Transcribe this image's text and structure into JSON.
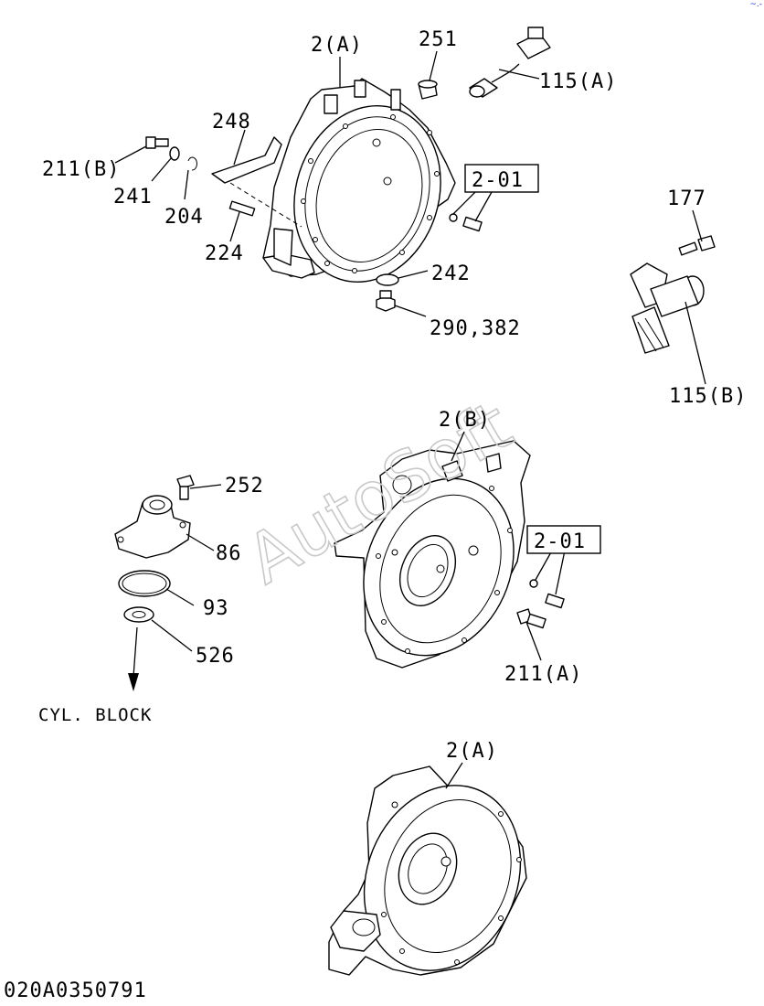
{
  "labels": {
    "housing_2a_top": "2(A)",
    "part_251": "251",
    "part_115a": "115(A)",
    "part_248": "248",
    "part_211b": "211(B)",
    "part_241": "241",
    "part_204": "204",
    "part_224": "224",
    "ref_2_01_top": "2-01",
    "part_242": "242",
    "part_290_382": "290,382",
    "part_177": "177",
    "part_115b": "115(B)",
    "housing_2b": "2(B)",
    "part_252": "252",
    "part_86": "86",
    "part_93": "93",
    "part_526": "526",
    "cyl_block": "CYL. BLOCK",
    "ref_2_01_mid": "2-01",
    "part_211a": "211(A)",
    "housing_2a_bottom": "2(A)"
  },
  "watermark": "AutoSoft",
  "drawing_number": "020A0350791",
  "corner_mark": "~.-"
}
